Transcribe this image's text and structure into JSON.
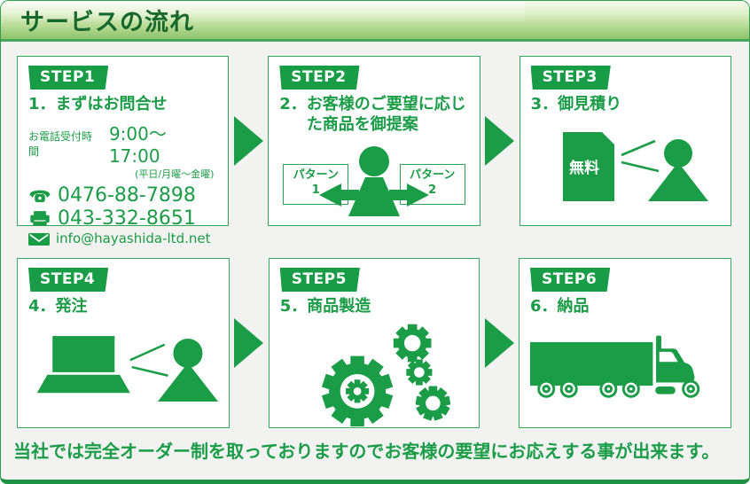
{
  "header": {
    "title": "サービスの流れ"
  },
  "footer": {
    "text": "当社では完全オーダー制を取っておりますのでお客様の要望にお応えする事が出来ます。"
  },
  "colors": {
    "brand_green": "#1b9c47",
    "badge_green": "#189c46",
    "title_dark_green": "#17682c",
    "header_gradient_bottom": "#8ec26b",
    "page_background": "#f2f2f0",
    "box_background": "#ffffff"
  },
  "icons": {
    "flow_arrow": "right-triangle",
    "step1": [
      "phone-icon",
      "fax-icon",
      "mail-icon"
    ],
    "step2": [
      "person-icon",
      "double-arrow-icon"
    ],
    "step3": [
      "document-icon",
      "view-lines-icon",
      "person-icon"
    ],
    "step4": [
      "laptop-icon",
      "view-lines-icon",
      "person-icon"
    ],
    "step5": [
      "gears-icon"
    ],
    "step6": [
      "truck-icon"
    ]
  },
  "steps": [
    {
      "badge": "STEP1",
      "num": "1．",
      "title": "まずはお問合せ",
      "reception_label": "お電話受付時間",
      "reception_hours": "9:00〜17:00",
      "reception_days": "(平日/月曜〜金曜)",
      "phone": "0476-88-7898",
      "fax": "043-332-8651",
      "email": "info@hayashida-ltd.net"
    },
    {
      "badge": "STEP2",
      "num": "2．",
      "title": "お客様のご要望に応じた商品を御提案",
      "pattern1": {
        "label": "パターン",
        "number": "1"
      },
      "pattern2": {
        "label": "パターン",
        "number": "2"
      }
    },
    {
      "badge": "STEP3",
      "num": "3．",
      "title": "御見積り",
      "document_label": "無料"
    },
    {
      "badge": "STEP4",
      "num": "4．",
      "title": "発注"
    },
    {
      "badge": "STEP5",
      "num": "5．",
      "title": "商品製造"
    },
    {
      "badge": "STEP6",
      "num": "6．",
      "title": "納品"
    }
  ]
}
